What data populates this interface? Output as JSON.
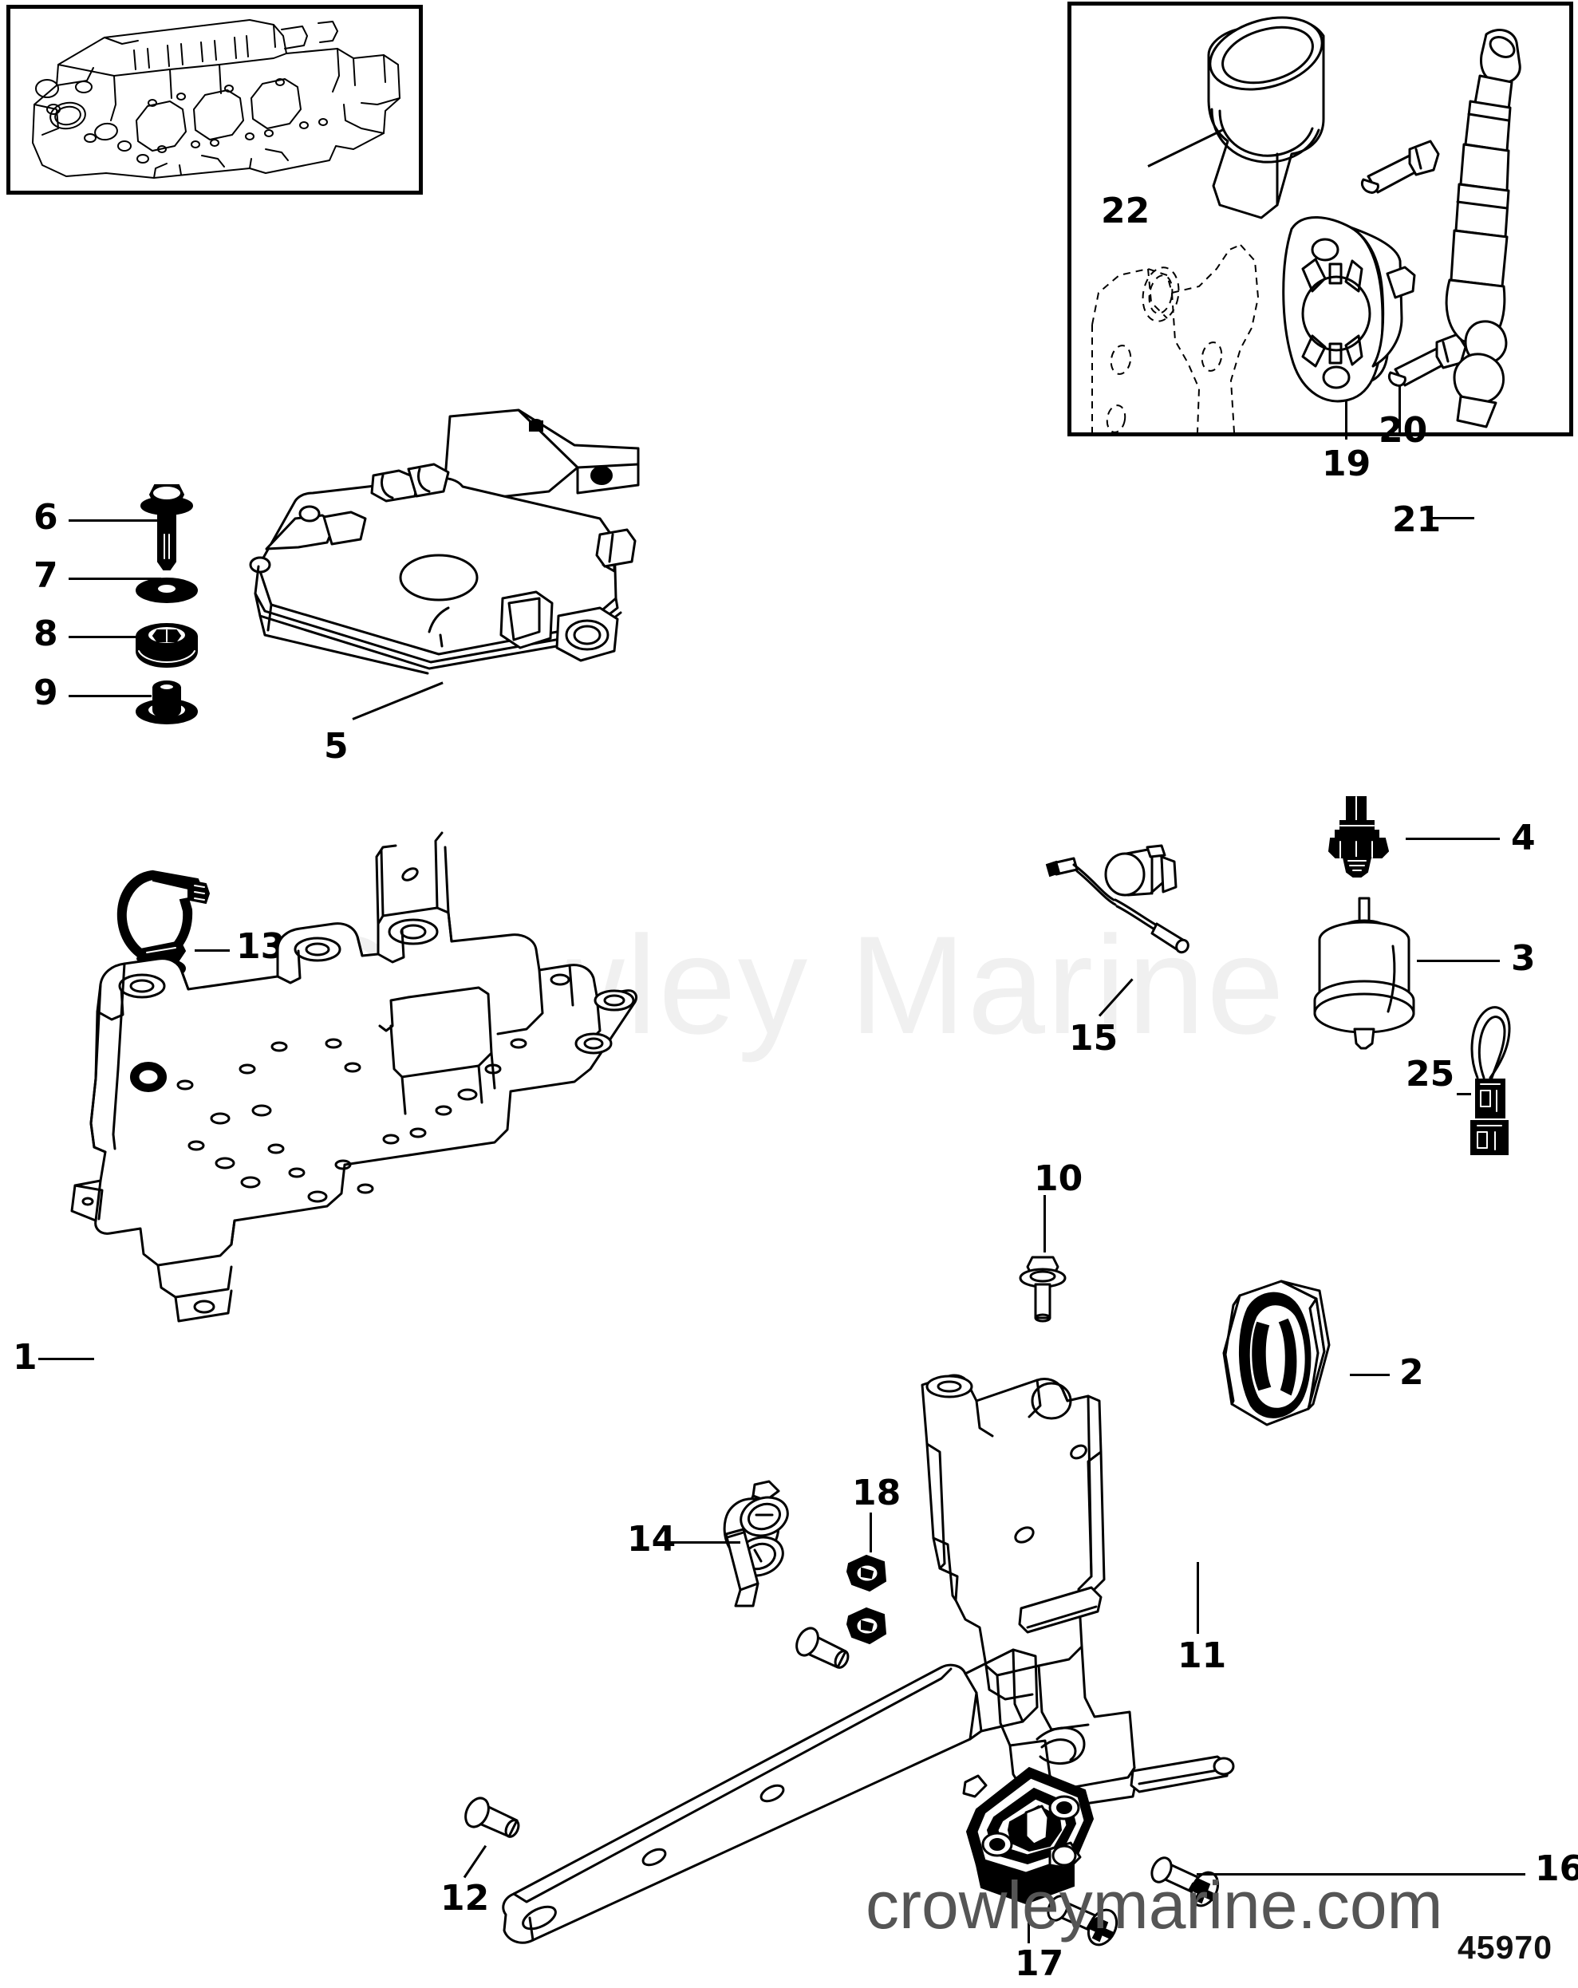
{
  "drawing": {
    "number": "45970",
    "watermark_main": "Crowley Marine",
    "watermark_bottom": "crowleymarine.com"
  },
  "callouts": [
    {
      "id": "1",
      "label": "1",
      "part": "mounting-plate-tray"
    },
    {
      "id": "2",
      "label": "2",
      "part": "hex-lock-nut"
    },
    {
      "id": "3",
      "label": "3",
      "part": "oil-pressure-sensor"
    },
    {
      "id": "4",
      "label": "4",
      "part": "temperature-sender"
    },
    {
      "id": "5",
      "label": "5",
      "part": "ecm-control-module"
    },
    {
      "id": "6",
      "label": "6",
      "part": "flange-bolt"
    },
    {
      "id": "7",
      "label": "7",
      "part": "flat-washer"
    },
    {
      "id": "8",
      "label": "8",
      "part": "rubber-isolator-grommet"
    },
    {
      "id": "9",
      "label": "9",
      "part": "spacer-sleeve"
    },
    {
      "id": "10",
      "label": "10",
      "part": "flanged-hex-bolt"
    },
    {
      "id": "11",
      "label": "11",
      "part": "side-mounting-bracket"
    },
    {
      "id": "12",
      "label": "12",
      "part": "rivet-push-pin"
    },
    {
      "id": "13",
      "label": "13",
      "part": "harness-cable-clamp"
    },
    {
      "id": "14",
      "label": "14",
      "part": "terminal-block-connector"
    },
    {
      "id": "15",
      "label": "15",
      "part": "knock-sensor-with-lead"
    },
    {
      "id": "16",
      "label": "16",
      "part": "phillips-screw"
    },
    {
      "id": "17",
      "label": "17",
      "part": "relay-solenoid-module"
    },
    {
      "id": "18",
      "label": "18",
      "part": "hex-nut"
    },
    {
      "id": "19",
      "label": "19",
      "part": "sensor-mounting-flange"
    },
    {
      "id": "20",
      "label": "20",
      "part": "flange-bolt-small"
    },
    {
      "id": "21",
      "label": "21",
      "part": "flexible-cable-assembly"
    },
    {
      "id": "22",
      "label": "22",
      "part": "rubber-elbow-boot"
    },
    {
      "id": "25",
      "label": "25",
      "part": "jumper-connector"
    }
  ]
}
